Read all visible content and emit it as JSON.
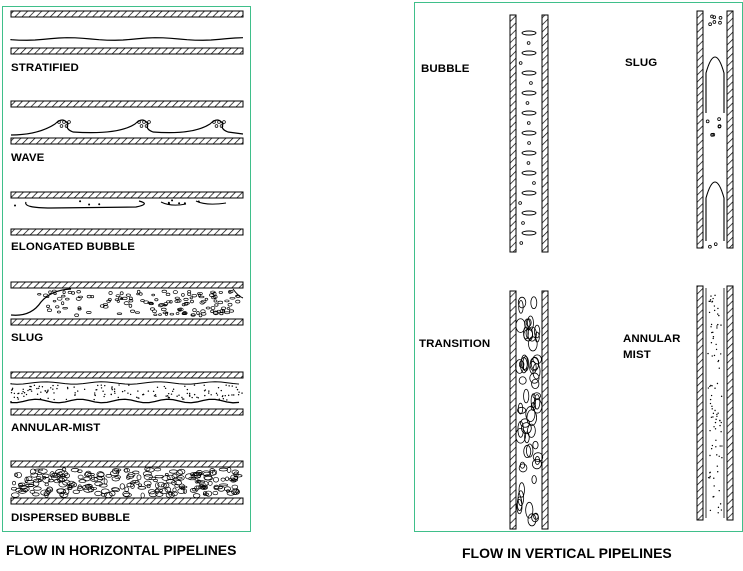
{
  "horizontal": {
    "caption": "FLOW IN HORIZONTAL PIPELINES",
    "regimes": [
      "STRATIFIED",
      "WAVE",
      "ELONGATED BUBBLE",
      "SLUG",
      "ANNULAR-MIST",
      "DISPERSED BUBBLE"
    ]
  },
  "vertical": {
    "caption": "FLOW IN VERTICAL PIPELINES",
    "labels": {
      "bubble": "BUBBLE",
      "slug": "SLUG",
      "transition": "TRANSITION",
      "annular_line1": "ANNULAR",
      "annular_line2": "MIST"
    }
  },
  "colors": {
    "panel_border": "#3fbf8a",
    "ink": "#000000"
  }
}
